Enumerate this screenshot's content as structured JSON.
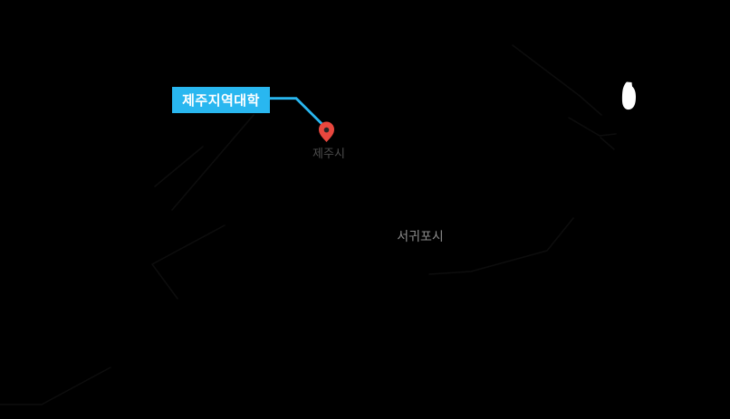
{
  "map": {
    "background_color": "#000000",
    "callout": {
      "label": "제주지역대학",
      "box_color": "#29b7f0",
      "text_color": "#ffffff",
      "line_color": "#29b7f0"
    },
    "marker": {
      "pin_color": "#e8473e",
      "dot_color": "#262626"
    },
    "city_labels": [
      {
        "text": "제주시",
        "color": "#4d4d4d"
      },
      {
        "text": "서귀포시",
        "color": "#8a8a8a"
      }
    ],
    "island_color": "#ffffff",
    "faint_road_color": "rgba(255,255,255,0.05)"
  }
}
